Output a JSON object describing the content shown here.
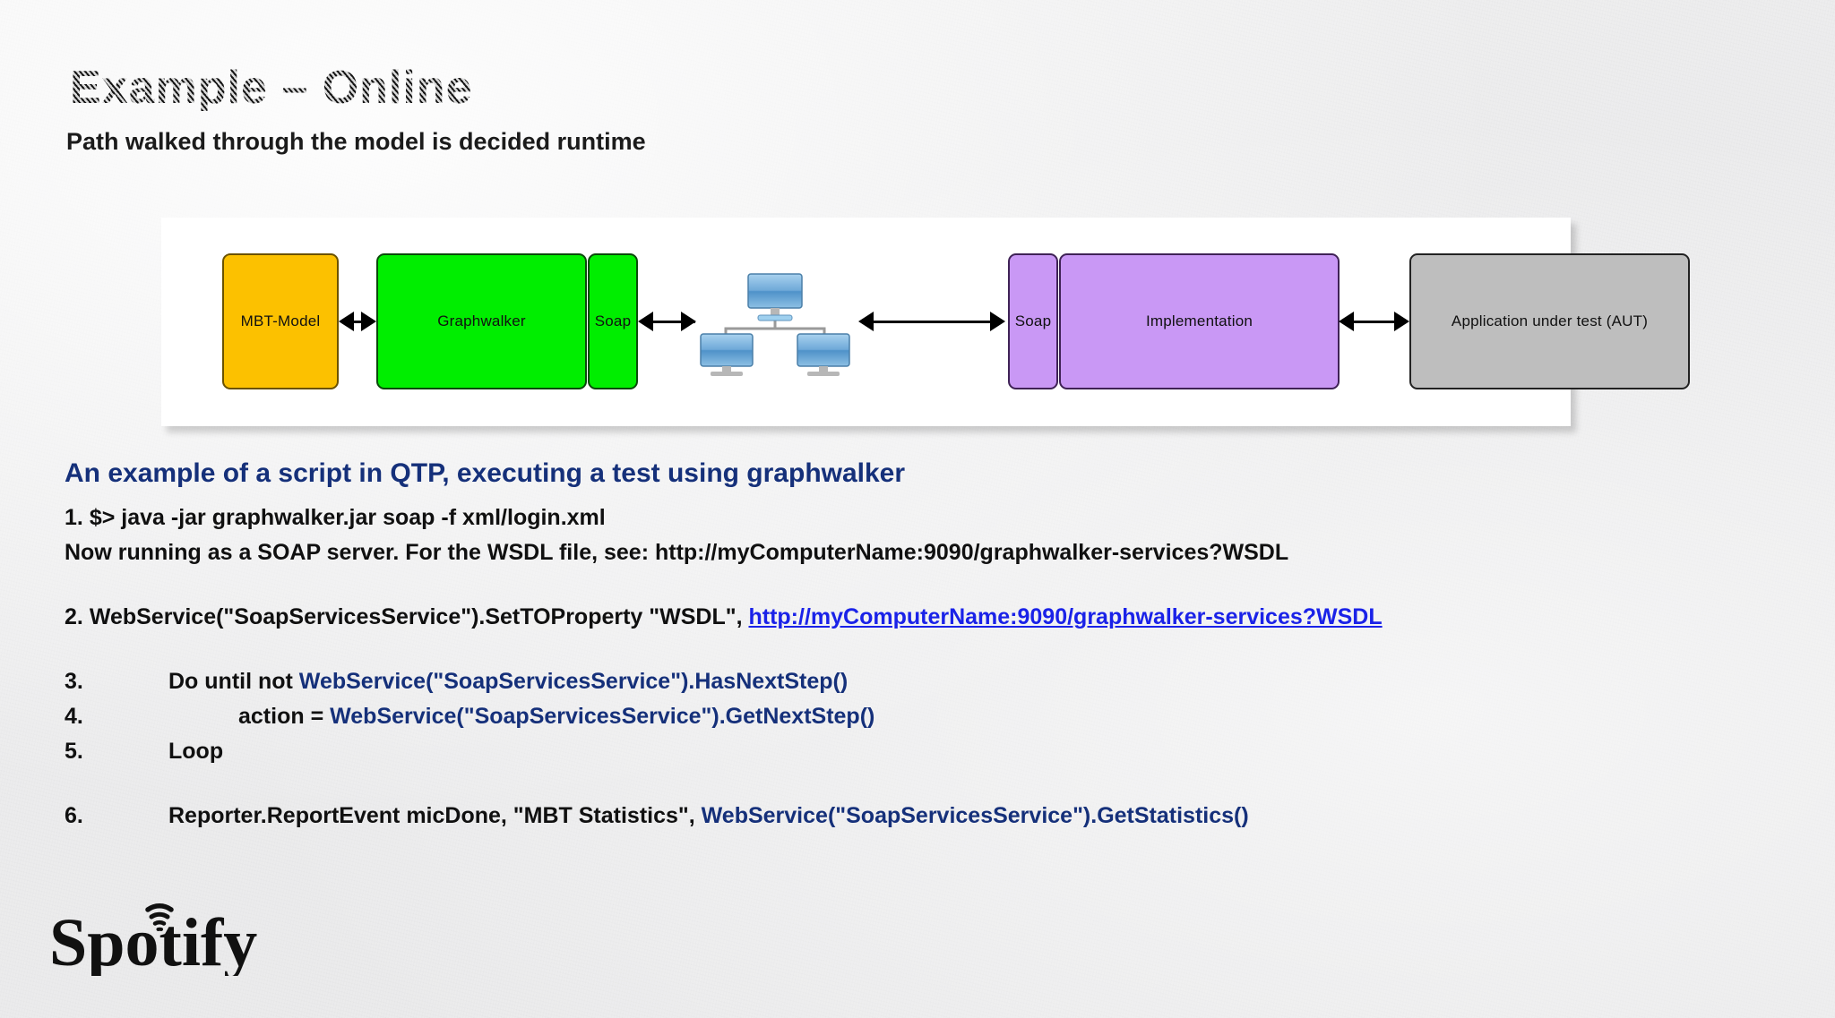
{
  "slide": {
    "title": "Example – Online",
    "subtitle": "Path walked through the model is decided runtime",
    "background_color": "#eeeeee"
  },
  "diagram": {
    "name": "online-mbt-architecture",
    "panel_background": "#ffffff",
    "boxes": [
      {
        "id": "mbt-model",
        "label": "MBT-Model",
        "color": "#FCC100"
      },
      {
        "id": "graphwalker",
        "label": "Graphwalker",
        "color": "#00EE00"
      },
      {
        "id": "soap-client",
        "label": "Soap",
        "color": "#00EE00"
      },
      {
        "id": "soap-server",
        "label": "Soap",
        "color": "#C998F5"
      },
      {
        "id": "implementation",
        "label": "Implementation",
        "color": "#C998F5"
      },
      {
        "id": "aut",
        "label": "Application under test (AUT)",
        "color": "#BEBEBE"
      }
    ],
    "network_icon": "network-computers-icon",
    "connectors": [
      {
        "from": "mbt-model",
        "to": "graphwalker",
        "type": "double-arrow"
      },
      {
        "from": "soap-client",
        "to": "network",
        "type": "double-arrow"
      },
      {
        "from": "network",
        "to": "soap-server",
        "type": "double-arrow"
      },
      {
        "from": "implementation",
        "to": "aut",
        "type": "double-arrow"
      }
    ]
  },
  "script": {
    "heading": "An example of a script in QTP, executing a test using graphwalker",
    "line1_number": "1.",
    "line1_text": "$> java -jar graphwalker.jar soap -f xml/login.xml",
    "line1_output": "Now running as a SOAP server. For the WSDL file, see: http://myComputerName:9090/graphwalker-services?WSDL",
    "line2_number": "2.",
    "line2_text": "WebService(\"SoapServicesService\").SetTOProperty \"WSDL\", ",
    "line2_link": "http://myComputerName:9090/graphwalker-services?WSDL",
    "line3_number": "3.",
    "line3_black": "Do until not ",
    "line3_blue": "WebService(\"SoapServicesService\").HasNextStep()",
    "line4_number": "4.",
    "line4_black": "action = ",
    "line4_blue": "WebService(\"SoapServicesService\").GetNextStep()",
    "line5_number": "5.",
    "line5_text": "Loop",
    "line6_number": "6.",
    "line6_black": "Reporter.ReportEvent micDone, \"MBT Statistics\", ",
    "line6_blue": "WebService(\"SoapServicesService\").GetStatistics()",
    "heading_color": "#15307A",
    "code_blue": "#15307A",
    "link_color": "#1A22E8"
  },
  "branding": {
    "logo_name": "spotify-logo",
    "logo_text": "Spotify"
  }
}
